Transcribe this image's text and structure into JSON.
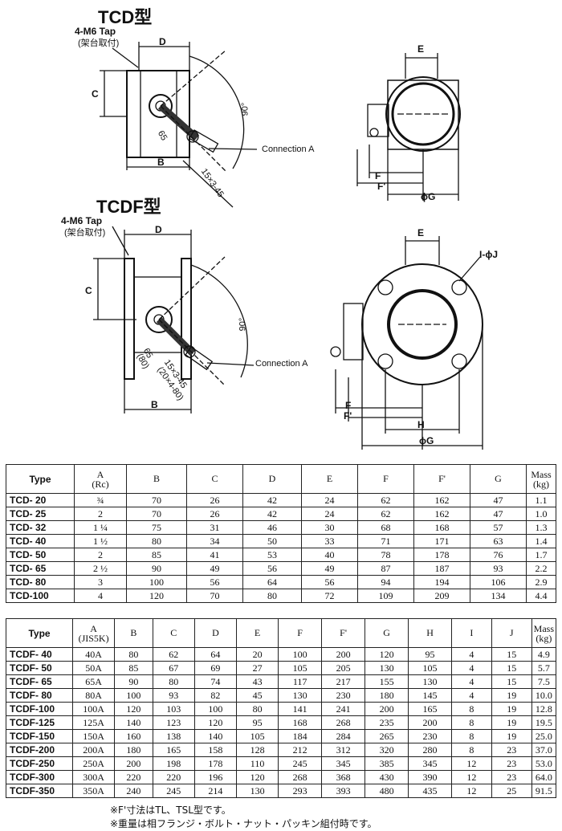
{
  "tcd": {
    "title": "TCD型",
    "tap_label": "4-M6 Tap",
    "tap_sub": "(架台取付)",
    "dims": {
      "D": "D",
      "C": "C",
      "B": "B",
      "E": "E",
      "F": "F",
      "Fp": "F'",
      "G": "ϕG",
      "angle": "90°",
      "d65": "65",
      "slot": "15×3-45"
    },
    "connection": "Connection A"
  },
  "tcdf": {
    "title": "TCDF型",
    "tap_label": "4-M6 Tap",
    "tap_sub": "(架台取付)",
    "dims": {
      "D": "D",
      "C": "C",
      "B": "B",
      "E": "E",
      "F": "F",
      "Fp": "F'",
      "G": "ϕG",
      "H": "H",
      "IJ": "I-ϕJ",
      "angle": "90°",
      "d65": "65",
      "d80": "(80)",
      "slot": "15×3-45",
      "slot2": "(20×4-80)"
    },
    "connection": "Connection A"
  },
  "table1": {
    "headers": [
      "Type",
      "A",
      "(Rc)",
      "B",
      "C",
      "D",
      "E",
      "F",
      "F'",
      "G",
      "Mass",
      "(kg)"
    ],
    "rows": [
      [
        "TCD- 20",
        "¾",
        "70",
        "26",
        "42",
        "24",
        "62",
        "162",
        "47",
        "1.1"
      ],
      [
        "TCD- 25",
        "2",
        "70",
        "26",
        "42",
        "24",
        "62",
        "162",
        "47",
        "1.0"
      ],
      [
        "TCD- 32",
        "1 ¼",
        "75",
        "31",
        "46",
        "30",
        "68",
        "168",
        "57",
        "1.3"
      ],
      [
        "TCD- 40",
        "1 ½",
        "80",
        "34",
        "50",
        "33",
        "71",
        "171",
        "63",
        "1.4"
      ],
      [
        "TCD- 50",
        "2",
        "85",
        "41",
        "53",
        "40",
        "78",
        "178",
        "76",
        "1.7"
      ],
      [
        "TCD- 65",
        "2 ½",
        "90",
        "49",
        "56",
        "49",
        "87",
        "187",
        "93",
        "2.2"
      ],
      [
        "TCD- 80",
        "3",
        "100",
        "56",
        "64",
        "56",
        "94",
        "194",
        "106",
        "2.9"
      ],
      [
        "TCD-100",
        "4",
        "120",
        "70",
        "80",
        "72",
        "109",
        "209",
        "134",
        "4.4"
      ]
    ]
  },
  "table2": {
    "headers": [
      "Type",
      "A",
      "(JIS5K)",
      "B",
      "C",
      "D",
      "E",
      "F",
      "F'",
      "G",
      "H",
      "I",
      "J",
      "Mass",
      "(kg)"
    ],
    "rows": [
      [
        "TCDF- 40",
        "40A",
        "80",
        "62",
        "64",
        "20",
        "100",
        "200",
        "120",
        "95",
        "4",
        "15",
        "4.9"
      ],
      [
        "TCDF- 50",
        "50A",
        "85",
        "67",
        "69",
        "27",
        "105",
        "205",
        "130",
        "105",
        "4",
        "15",
        "5.7"
      ],
      [
        "TCDF- 65",
        "65A",
        "90",
        "80",
        "74",
        "43",
        "117",
        "217",
        "155",
        "130",
        "4",
        "15",
        "7.5"
      ],
      [
        "TCDF- 80",
        "80A",
        "100",
        "93",
        "82",
        "45",
        "130",
        "230",
        "180",
        "145",
        "4",
        "19",
        "10.0"
      ],
      [
        "TCDF-100",
        "100A",
        "120",
        "103",
        "100",
        "80",
        "141",
        "241",
        "200",
        "165",
        "8",
        "19",
        "12.8"
      ],
      [
        "TCDF-125",
        "125A",
        "140",
        "123",
        "120",
        "95",
        "168",
        "268",
        "235",
        "200",
        "8",
        "19",
        "19.5"
      ],
      [
        "TCDF-150",
        "150A",
        "160",
        "138",
        "140",
        "105",
        "184",
        "284",
        "265",
        "230",
        "8",
        "19",
        "25.0"
      ],
      [
        "TCDF-200",
        "200A",
        "180",
        "165",
        "158",
        "128",
        "212",
        "312",
        "320",
        "280",
        "8",
        "23",
        "37.0"
      ],
      [
        "TCDF-250",
        "250A",
        "200",
        "198",
        "178",
        "110",
        "245",
        "345",
        "385",
        "345",
        "12",
        "23",
        "53.0"
      ],
      [
        "TCDF-300",
        "300A",
        "220",
        "220",
        "196",
        "120",
        "268",
        "368",
        "430",
        "390",
        "12",
        "23",
        "64.0"
      ],
      [
        "TCDF-350",
        "350A",
        "240",
        "245",
        "214",
        "130",
        "293",
        "393",
        "480",
        "435",
        "12",
        "25",
        "91.5"
      ]
    ]
  },
  "notes": [
    "※F'寸法はTL、TSL型です。",
    "※重量は相フランジ・ボルト・ナット・パッキン組付時です。"
  ]
}
